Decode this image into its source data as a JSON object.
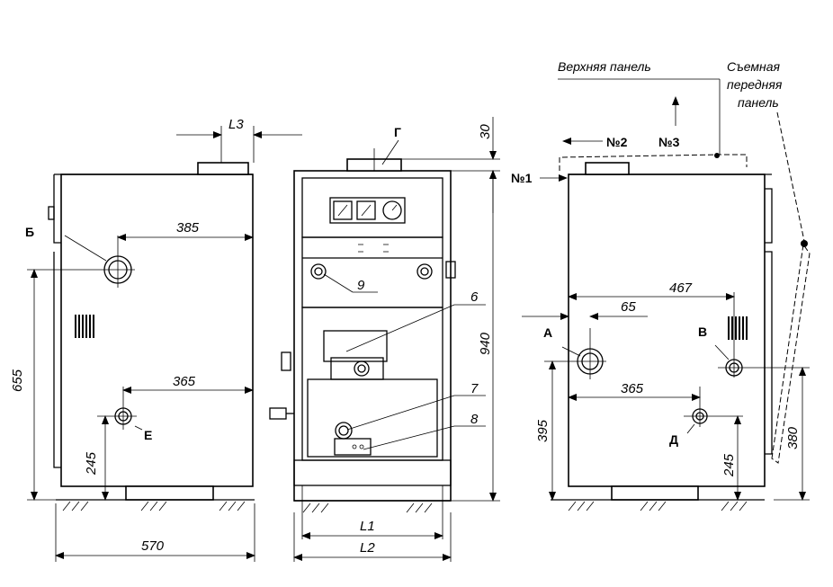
{
  "left_view": {
    "dim_L3": "L3",
    "dim_385": "385",
    "dim_365": "365",
    "dim_655": "655",
    "dim_245": "245",
    "dim_570": "570",
    "label_B": "Б",
    "label_E": "Е"
  },
  "center_view": {
    "label_G": "Г",
    "dim_30": "30",
    "dim_940": "940",
    "dim_L1": "L1",
    "dim_L2": "L2",
    "callout_6": "6",
    "callout_7": "7",
    "callout_8": "8",
    "callout_9": "9"
  },
  "right_view": {
    "top_panel": "Верхняя панель",
    "front_panel_1": "Съемная",
    "front_panel_2": "передняя",
    "front_panel_3": "панель",
    "no1": "№1",
    "no2": "№2",
    "no3": "№3",
    "dim_467": "467",
    "dim_65": "65",
    "dim_365": "365",
    "dim_395": "395",
    "dim_245": "245",
    "dim_380": "380",
    "label_A": "А",
    "label_V": "В",
    "label_D": "Д"
  }
}
